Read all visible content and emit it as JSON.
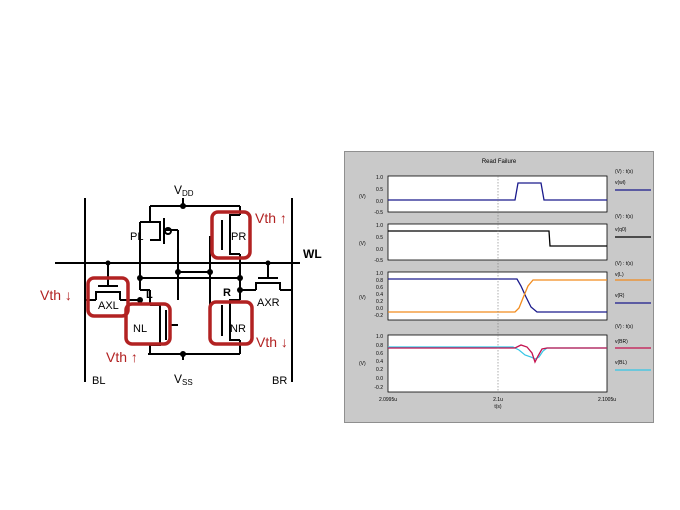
{
  "schematic": {
    "supply_top": {
      "main": "V",
      "sub": "DD"
    },
    "supply_bottom": {
      "main": "V",
      "sub": "SS"
    },
    "wordline": "WL",
    "bitline_left": "BL",
    "bitline_right": "BR",
    "node_left": "L",
    "node_right": "R",
    "transistors": {
      "pl": "PL",
      "pr": "PR",
      "axl": "AXL",
      "axr": "AXR",
      "nl": "NL",
      "nr": "NR"
    },
    "vth_pr": "Vth ↑",
    "vth_axl": "Vth ↓",
    "vth_nl": "Vth ↑",
    "vth_nr": "Vth ↓",
    "highlight_color": "#b22222",
    "wire_color": "#000000"
  },
  "waveform": {
    "title": "Read Failure",
    "x_axis_label": "t(s)",
    "x_ticks": [
      "2.0995u",
      "2.1u",
      "2.1005u"
    ],
    "colors": {
      "navy": "#1a1a8c",
      "black": "#000000",
      "orange": "#f28c1e",
      "magenta": "#c4124f",
      "cyan": "#35c6e6"
    },
    "panels": [
      {
        "y_label": "(V)",
        "y_ticks": [
          "1.0",
          "0.5",
          "0.0",
          "-0.5"
        ],
        "header": "(V) : t(s)",
        "legend": [
          "v(wl)"
        ]
      },
      {
        "y_label": "(V)",
        "y_ticks": [
          "1.0",
          "0.5",
          "0.0",
          "-0.5"
        ],
        "header": "(V) : t(s)",
        "legend": [
          "v(q0)"
        ]
      },
      {
        "y_label": "(V)",
        "y_ticks": [
          "1.0",
          "0.8",
          "0.6",
          "0.4",
          "0.2",
          "0.0",
          "-0.2"
        ],
        "header": "(V) : t(s)",
        "legend": [
          "v(L)",
          "v(R)"
        ]
      },
      {
        "y_label": "(V)",
        "y_ticks": [
          "1.0",
          "0.8",
          "0.6",
          "0.4",
          "0.2",
          "0.0",
          "-0.2"
        ],
        "header": "(V) : t(s)",
        "legend": [
          "v(BR)",
          "v(BL)"
        ]
      }
    ]
  }
}
